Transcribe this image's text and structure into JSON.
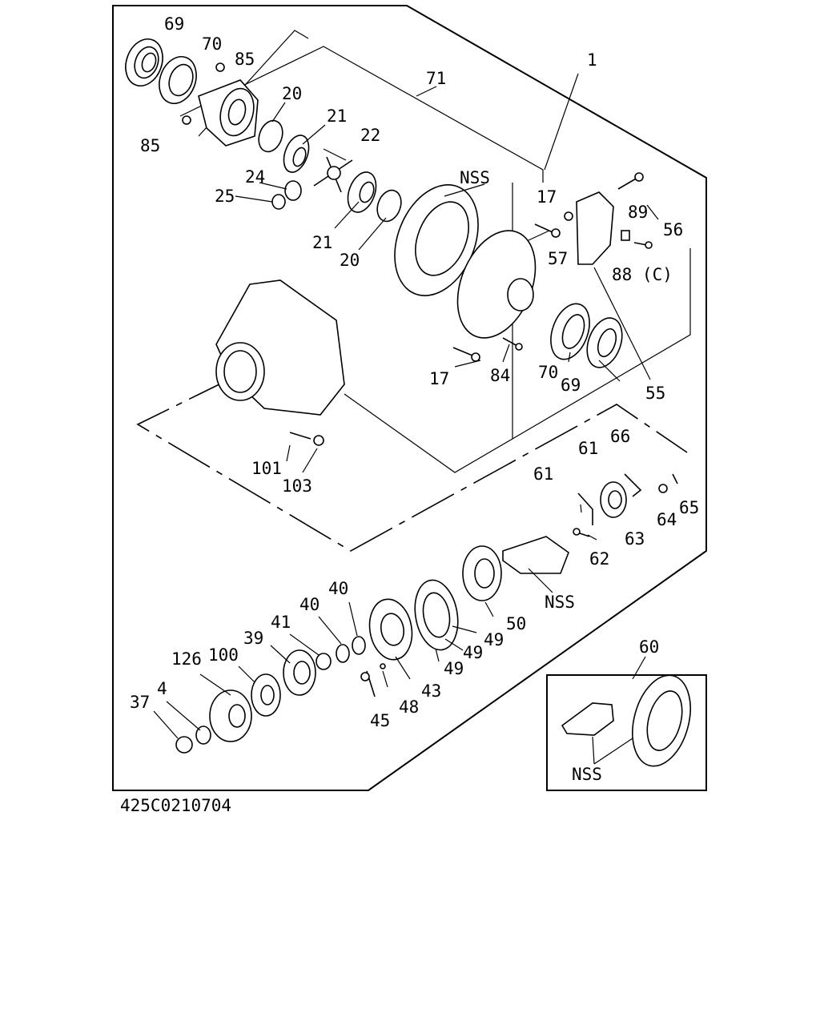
{
  "diagram_code": "425C0210704",
  "labels": {
    "l69a": "69",
    "l70a": "70",
    "l85a": "85",
    "l85b": "85",
    "l71": "71",
    "l1": "1",
    "l20a": "20",
    "l21a": "21",
    "l22": "22",
    "l24": "24",
    "l25": "25",
    "l21b": "21",
    "l20b": "20",
    "lnss1": "NSS",
    "l17a": "17",
    "l57": "57",
    "l89": "89",
    "l56": "56",
    "l88": "88 (C)",
    "l17b": "17",
    "l84": "84",
    "l70b": "70",
    "l69b": "69",
    "l55": "55",
    "l101": "101",
    "l103": "103",
    "l66": "66",
    "l61a": "61",
    "l61b": "61",
    "l64": "64",
    "l65": "65",
    "l63": "63",
    "l62": "62",
    "lnss2": "NSS",
    "l40a": "40",
    "l40b": "40",
    "l41": "41",
    "l39": "39",
    "l126": "126",
    "l100": "100",
    "l4": "4",
    "l37": "37",
    "l50": "50",
    "l49a": "49",
    "l49b": "49",
    "l49c": "49",
    "l43": "43",
    "l48": "48",
    "l45": "45",
    "l60": "60",
    "lnss3": "NSS"
  }
}
